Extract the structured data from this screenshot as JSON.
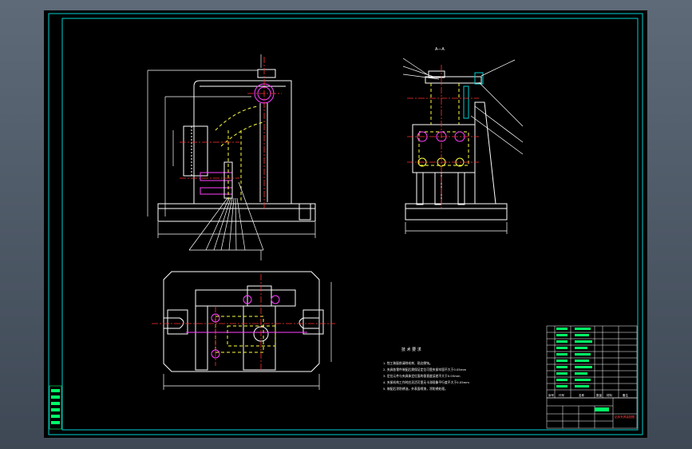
{
  "colors": {
    "background": "#000000",
    "frame": "#00cfcf",
    "outline": "#ffffff",
    "centerline": "#ff3030",
    "hidden": "#ffff40",
    "part": "#ff40ff",
    "dimension": "#ffffff",
    "titleblock_green": "#00ff66"
  },
  "views": {
    "section_label": "A—A"
  },
  "tech_requirements": {
    "title": "技 术 要 求",
    "items": [
      "1. 钳工装配前清除毛刺、锐边倒钝。",
      "2. 夹具各零件装配后需保证定位可靠夹紧牢固不大于0.05mm",
      "3. 定位元件与夹具体定位面的垂直度误差不大于0.03mm",
      "4. 夹紧机构工作时应灵活可靠无卡滞现象平行度不大于0.05mm",
      "5. 装配后涂防锈油，外表面喷漆，涂防锈处理。"
    ]
  },
  "titleblock": {
    "drawing_name": "钻床夹具装配图",
    "header_cells": [
      "序号",
      "代号",
      "名称",
      "数量",
      "材料",
      "备注"
    ]
  }
}
